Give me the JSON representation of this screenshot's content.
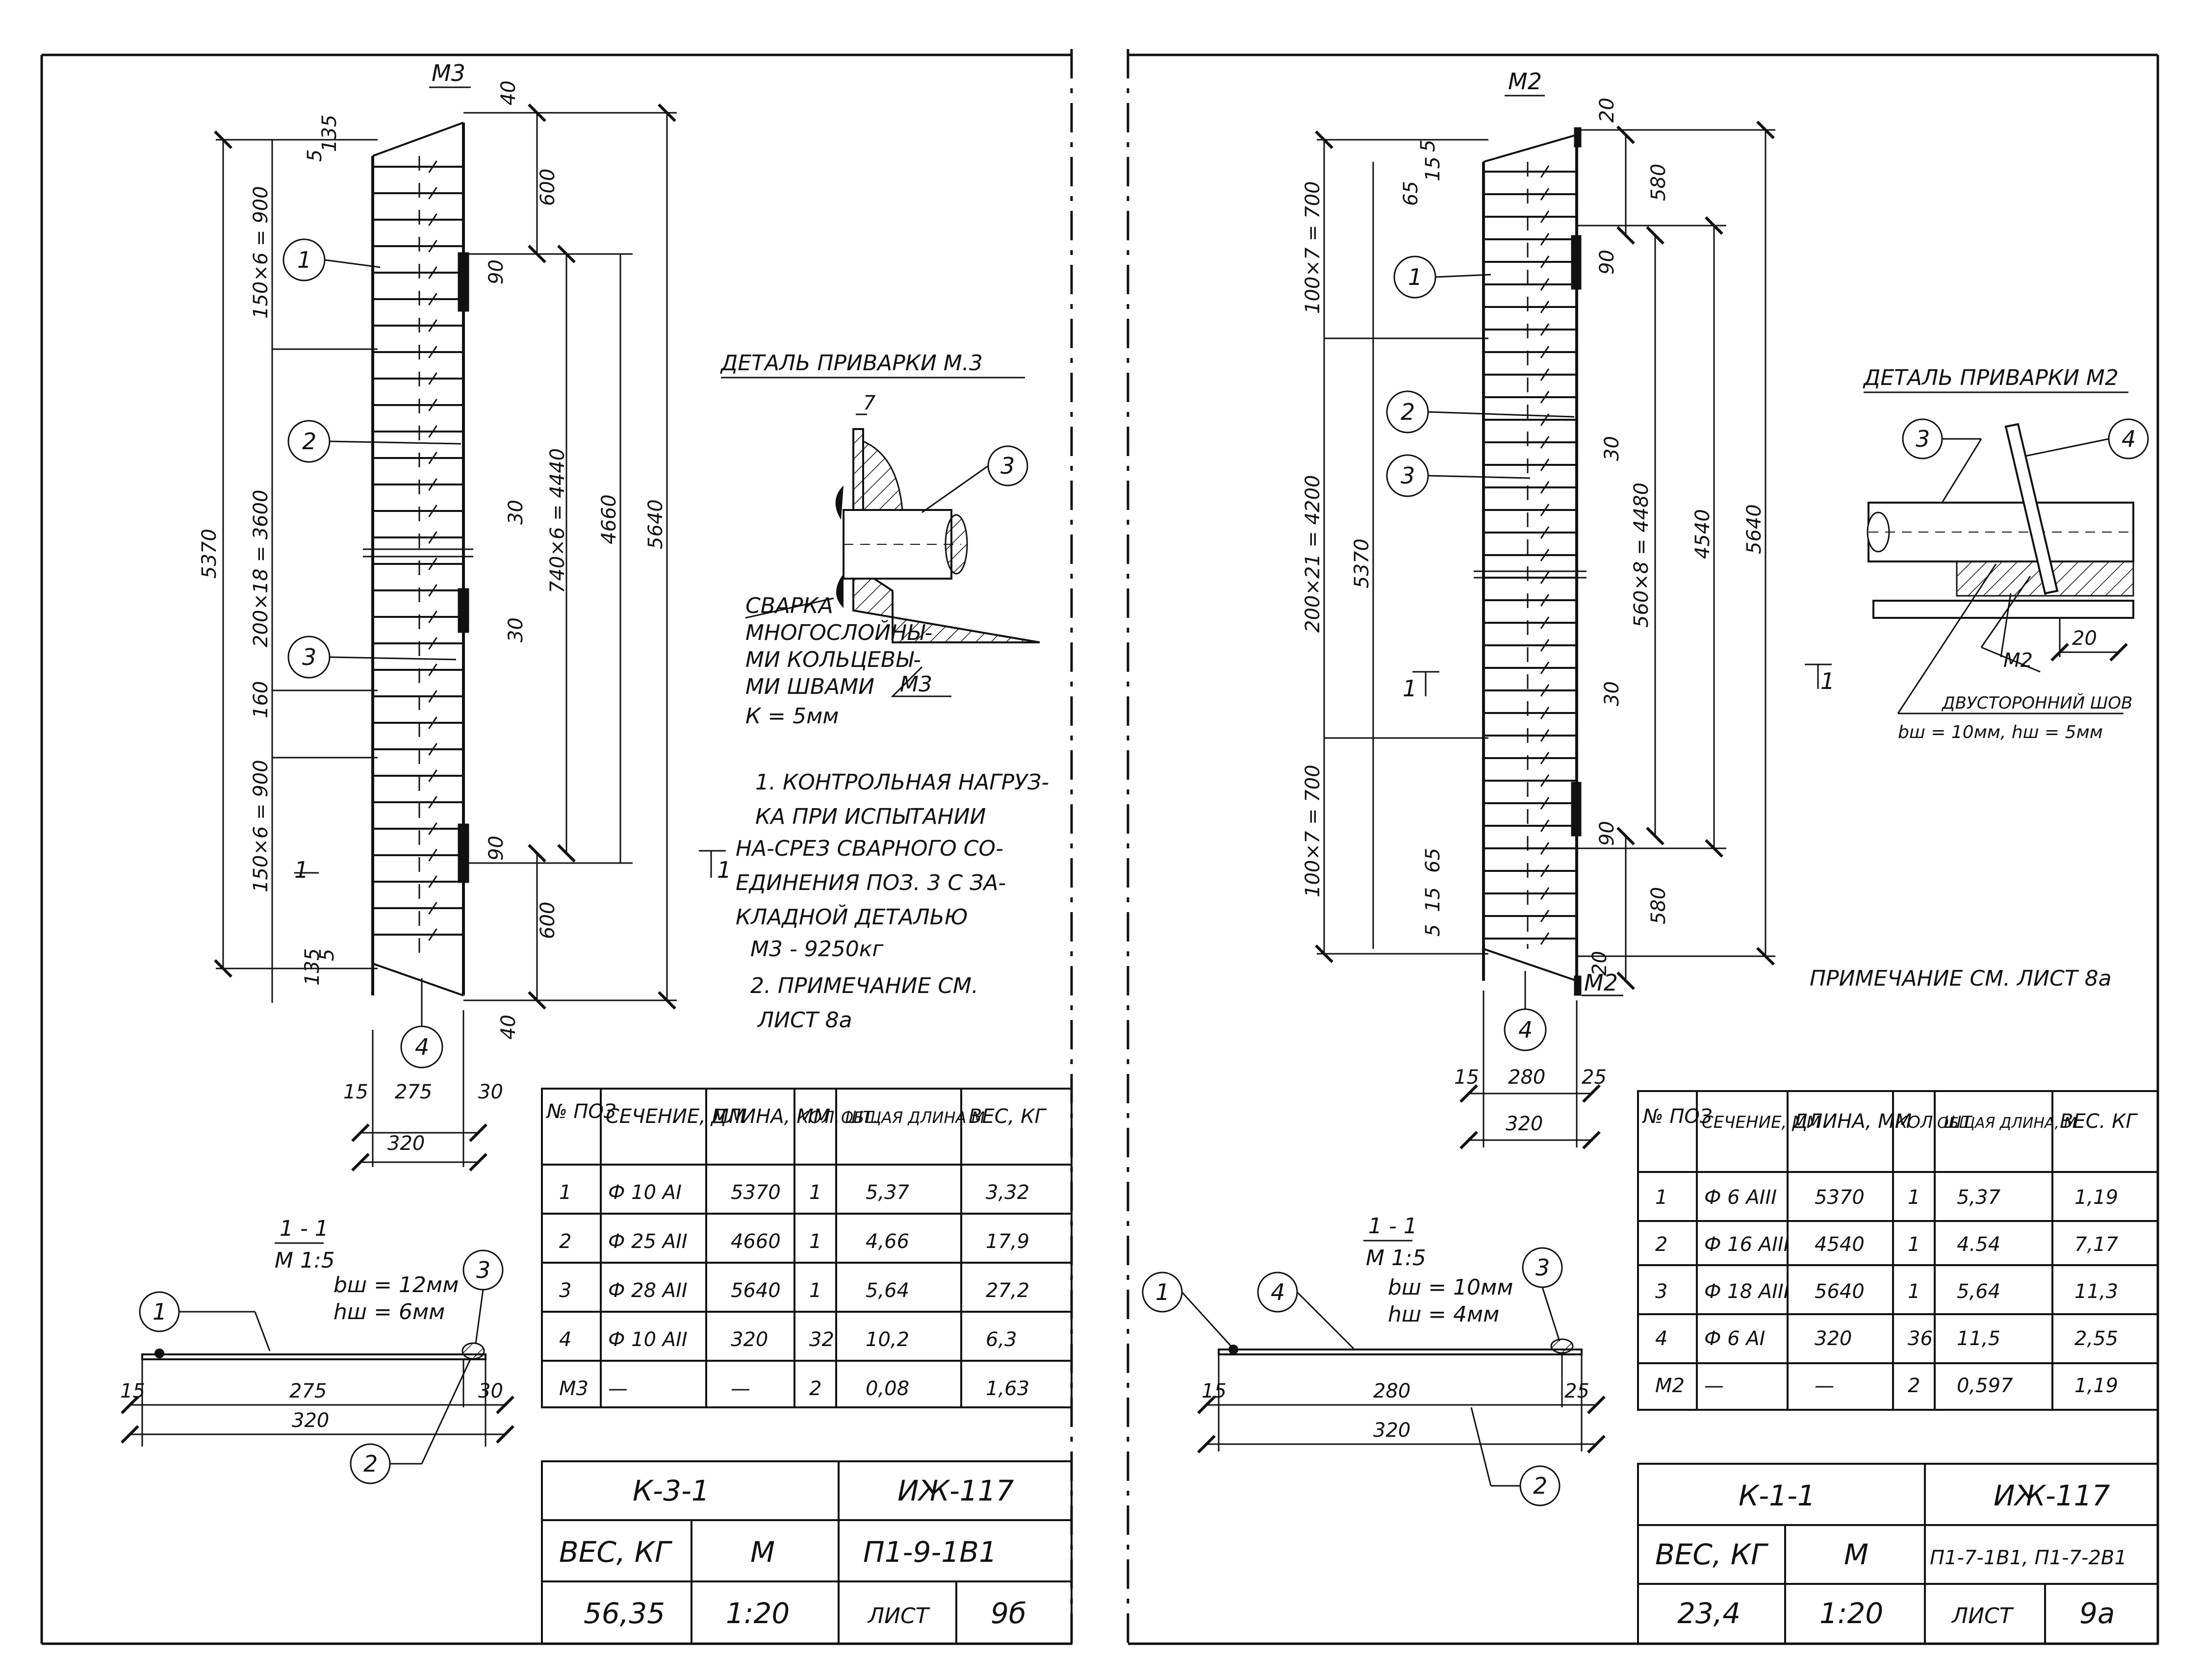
{
  "left": {
    "tag": "М3",
    "dims": {
      "top_40": "40",
      "d135": "135",
      "d5": "5",
      "d600_top": "600",
      "s150x6": "150×6 = 900",
      "d90_top": "90",
      "s200x18": "200×18 = 3600",
      "total_5370": "5370",
      "d30_a": "30",
      "s740x6": "740×6 = 4440",
      "d4660": "4660",
      "d5640": "5640",
      "d30_b": "30",
      "d160": "160",
      "s150x6b": "150×6 = 900",
      "d90_bot": "90",
      "d600_bot": "600",
      "d135b": "135",
      "d5b": "5",
      "bottom_40": "40",
      "w15": "15",
      "w275": "275",
      "w30": "30",
      "w320": "320"
    },
    "section_mark": "1",
    "callouts": [
      "1",
      "2",
      "3",
      "4"
    ],
    "detail": {
      "title": "ДЕТАЛЬ ПРИВАРКИ  М.3",
      "dim7": "7",
      "callout": "3",
      "weld_lines": [
        "СВАРКА",
        "МНОГОСЛОЙНЫ-",
        "МИ КОЛЬЦЕВЫ-",
        "МИ ШВАМИ",
        "К = 5мм"
      ],
      "mark": "М3"
    },
    "notes": [
      "1. КОНТРОЛЬНАЯ НАГРУЗ-",
      "КА ПРИ ИСПЫТАНИИ",
      "НА-СРЕЗ СВАРНОГО СО-",
      "ЕДИНЕНИЯ ПОЗ. 3 С ЗА-",
      "КЛАДНОЙ ДЕТАЛЬЮ",
      "М3 - 9250кг",
      "2. ПРИМЕЧАНИЕ  СМ.",
      "ЛИСТ 8а"
    ],
    "section": {
      "title": "1 - 1",
      "scale": "М 1:5",
      "bw": "bш = 12мм",
      "hw": "hш = 6мм",
      "d15": "15",
      "d275": "275",
      "d30": "30",
      "d320": "320",
      "callouts": [
        "1",
        "2",
        "3"
      ]
    },
    "table": {
      "headers": [
        "№ ПОЗ",
        "СЕЧЕНИЕ, ММ",
        "ДЛИНА, ММ",
        "КОЛ. ШТ.",
        "ОБЩАЯ ДЛИНА М",
        "ВЕС, КГ"
      ],
      "rows": [
        [
          "1",
          "Ф 10 АI",
          "5370",
          "1",
          "5,37",
          "3,32"
        ],
        [
          "2",
          "Ф 25 АII",
          "4660",
          "1",
          "4,66",
          "17,9"
        ],
        [
          "3",
          "Ф 28 АII",
          "5640",
          "1",
          "5,64",
          "27,2"
        ],
        [
          "4",
          "Ф 10 АII",
          "320",
          "32",
          "10,2",
          "6,3"
        ],
        [
          "М3",
          "—",
          "—",
          "2",
          "0,08",
          "1,63"
        ]
      ]
    },
    "stamp": {
      "mark": "К-3-1",
      "code": "ИЖ-117",
      "weight_label": "ВЕС, КГ",
      "scale_label": "М",
      "series": "П1-9-1В1",
      "weight": "56,35",
      "scale": "1:20",
      "sheet_label": "ЛИСТ",
      "sheet": "9б"
    }
  },
  "right": {
    "tag": "М2",
    "tag_bottom": "М2",
    "dims": {
      "top_20": "20",
      "d580_top": "580",
      "d65": "65",
      "d15": "15",
      "d5": "5",
      "s100x7": "100×7 = 700",
      "d90_top": "90",
      "d30_a": "30",
      "s200x21": "200×21 = 4200",
      "total_5370": "5370",
      "s560x8": "560×8 = 4480",
      "d4540": "4540",
      "d5640": "5640",
      "d30_b": "30",
      "s100x7b": "100×7 = 700",
      "d90_bot": "90",
      "d580_bot": "580",
      "d65b": "65",
      "d15b": "15",
      "d5b": "5",
      "bottom_20": "20",
      "w15": "15",
      "w280": "280",
      "w25": "25",
      "w320": "320"
    },
    "section_mark": "1",
    "callouts": [
      "1",
      "2",
      "3",
      "4"
    ],
    "detail": {
      "title": "ДЕТАЛЬ  ПРИВАРКИ М2",
      "callout3": "3",
      "callout4": "4",
      "dim20": "20",
      "mark": "М2",
      "weld1": "ДВУСТОРОННИЙ ШОВ",
      "weld2": "bш = 10мм,  hш = 5мм"
    },
    "remark": "ПРИМЕЧАНИЕ  СМ.  ЛИСТ 8а",
    "section": {
      "title": "1 - 1",
      "scale": "М 1:5",
      "bw": "bш = 10мм",
      "hw": "hш = 4мм",
      "d15": "15",
      "d280": "280",
      "d25": "25",
      "d320": "320",
      "callouts": [
        "1",
        "4",
        "3",
        "2"
      ]
    },
    "table": {
      "headers": [
        "№ ПОЗ",
        "СЕЧЕНИЕ, ММ",
        "ДЛИНА, ММ",
        "КОЛ. ШТ",
        "ОБЩАЯ ДЛИНА, М",
        "ВЕС. КГ"
      ],
      "rows": [
        [
          "1",
          "Ф 6 АIII",
          "5370",
          "1",
          "5,37",
          "1,19"
        ],
        [
          "2",
          "Ф 16 АIII",
          "4540",
          "1",
          "4.54",
          "7,17"
        ],
        [
          "3",
          "Ф 18 АIII",
          "5640",
          "1",
          "5,64",
          "11,3"
        ],
        [
          "4",
          "Ф 6 АI",
          "320",
          "36",
          "11,5",
          "2,55"
        ],
        [
          "М2",
          "—",
          "—",
          "2",
          "0,597",
          "1,19"
        ]
      ]
    },
    "stamp": {
      "mark": "К-1-1",
      "code": "ИЖ-117",
      "weight_label": "ВЕС, КГ",
      "scale_label": "М",
      "series": "П1-7-1В1, П1-7-2В1",
      "weight": "23,4",
      "scale": "1:20",
      "sheet_label": "ЛИСТ",
      "sheet": "9а"
    }
  }
}
